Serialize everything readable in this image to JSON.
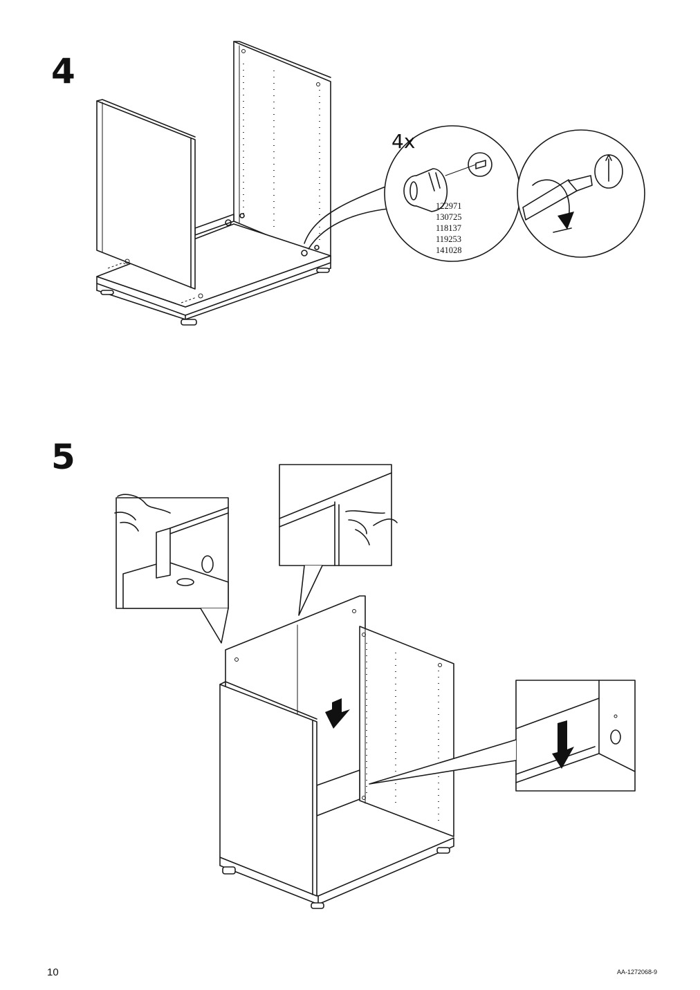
{
  "steps": [
    {
      "number": "4",
      "quantity": "4x",
      "part_numbers": [
        "122971",
        "130725",
        "118137",
        "119253",
        "141028"
      ]
    },
    {
      "number": "5"
    }
  ],
  "footer": {
    "page_number": "10",
    "document_code": "AA-1272068-9"
  }
}
